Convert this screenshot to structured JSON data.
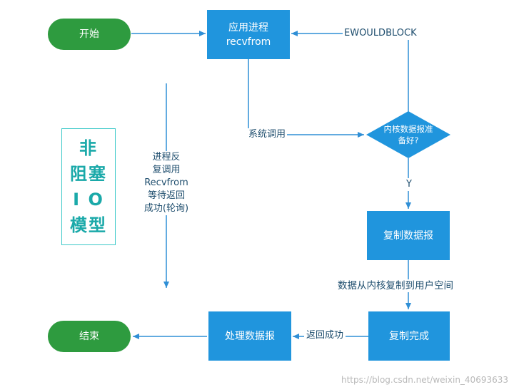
{
  "nodes": {
    "start": "开始",
    "app_process": "应用进程\nrecvfrom",
    "kernel_check": "内核数据报准\n备好?",
    "copy_datagram": "复制数据报",
    "copy_done": "复制完成",
    "process_data": "处理数据报",
    "end": "结束"
  },
  "edges": {
    "ewouldblock": "EWOULDBLOCK",
    "system_call": "系统调用",
    "yes": "Y",
    "kernel_to_user": "数据从内核复制到用户空间",
    "return_success": "返回成功",
    "polling_note": "进程反\n复调用\nRecvfrom\n等待返回\n成功(轮询)"
  },
  "title": "非\n阻塞\nI O\n模型",
  "watermark": "https://blog.csdn.net/weixin_40693633",
  "colors": {
    "terminal": "#2e9b3f",
    "process": "#2095dd",
    "arrow": "#2f8fd6",
    "title": "#1aa9a9"
  }
}
